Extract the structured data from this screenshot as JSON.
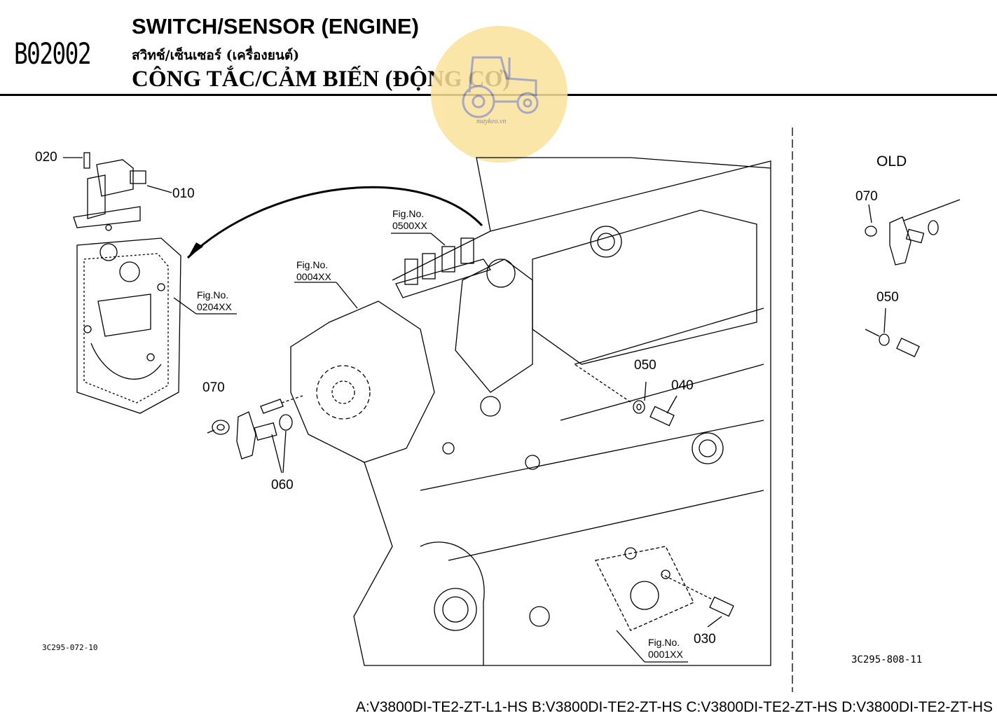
{
  "header": {
    "code": "B02002",
    "title_en": "SWITCH/SENSOR (ENGINE)",
    "title_th": "สวิทช์/เซ็นเซอร์ (เครื่องยนต์)",
    "title_vi": "CÔNG TẮC/CẢM BIẾN (ĐỘNG CƠ)"
  },
  "watermark": {
    "text": "maykeo.vn",
    "color": "#fbe29b"
  },
  "parts": {
    "p020": "020",
    "p010": "010",
    "p070": "070",
    "p060": "060",
    "p050": "050",
    "p040": "040",
    "p030": "030",
    "old_label": "OLD",
    "old_p070": "070",
    "old_p050": "050"
  },
  "fig_refs": {
    "f0204": {
      "label": "Fig.No.",
      "num": "0204XX"
    },
    "f0004": {
      "label": "Fig.No.",
      "num": "0004XX"
    },
    "f0500": {
      "label": "Fig.No.",
      "num": "0500XX"
    },
    "f0001": {
      "label": "Fig.No.",
      "num": "0001XX"
    }
  },
  "drawing_numbers": {
    "left": "3C295-072-10",
    "right": "3C295-808-11"
  },
  "footer": {
    "models": "A:V3800DI-TE2-ZT-L1-HS B:V3800DI-TE2-ZT-HS C:V3800DI-TE2-ZT-HS D:V3800DI-TE2-ZT-HS"
  }
}
